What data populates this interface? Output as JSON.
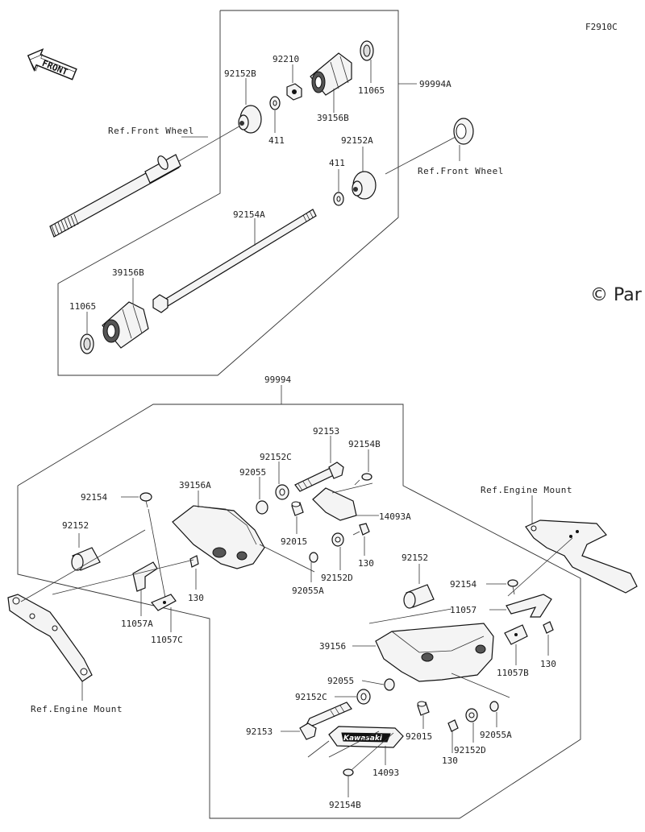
{
  "figure_code": "F2910C",
  "front_label": "FRONT",
  "watermark": "© Par",
  "groups": {
    "upper": "99994A",
    "lower": "99994"
  },
  "labels": {
    "p92210": "92210",
    "p92152B": "92152B",
    "p11065_top": "11065",
    "p39156B_top": "39156B",
    "p411_a": "411",
    "p92152A": "92152A",
    "p411_b": "411",
    "p92154A": "92154A",
    "p39156B_left": "39156B",
    "p11065_left": "11065",
    "ref_front_wheel_1": "Ref.Front Wheel",
    "ref_front_wheel_2": "Ref.Front Wheel",
    "p92153_top": "92153",
    "p92154B_top": "92154B",
    "p92152C_top": "92152C",
    "p92055_top": "92055",
    "p39156A": "39156A",
    "p92154_left": "92154",
    "p14093A": "14093A",
    "p92015_top": "92015",
    "p130_top": "130",
    "p92152_left": "92152",
    "p92152D_top": "92152D",
    "p92055A_top": "92055A",
    "p130_left": "130",
    "p11057A": "11057A",
    "p11057C": "11057C",
    "ref_engine_mount_1": "Ref.Engine Mount",
    "ref_engine_mount_2": "Ref.Engine Mount",
    "p92152_right": "92152",
    "p92154_right": "92154",
    "p11057": "11057",
    "p130_right": "130",
    "p11057B": "11057B",
    "p39156": "39156",
    "p92055_bot": "92055",
    "p92152C_bot": "92152C",
    "p92153_bot": "92153",
    "p92015_bot": "92015",
    "p92055A_bot": "92055A",
    "p92152D_bot": "92152D",
    "p130_bot": "130",
    "p14093": "14093",
    "p92154B_bot": "92154B",
    "logo_text": "Kawasaki"
  }
}
